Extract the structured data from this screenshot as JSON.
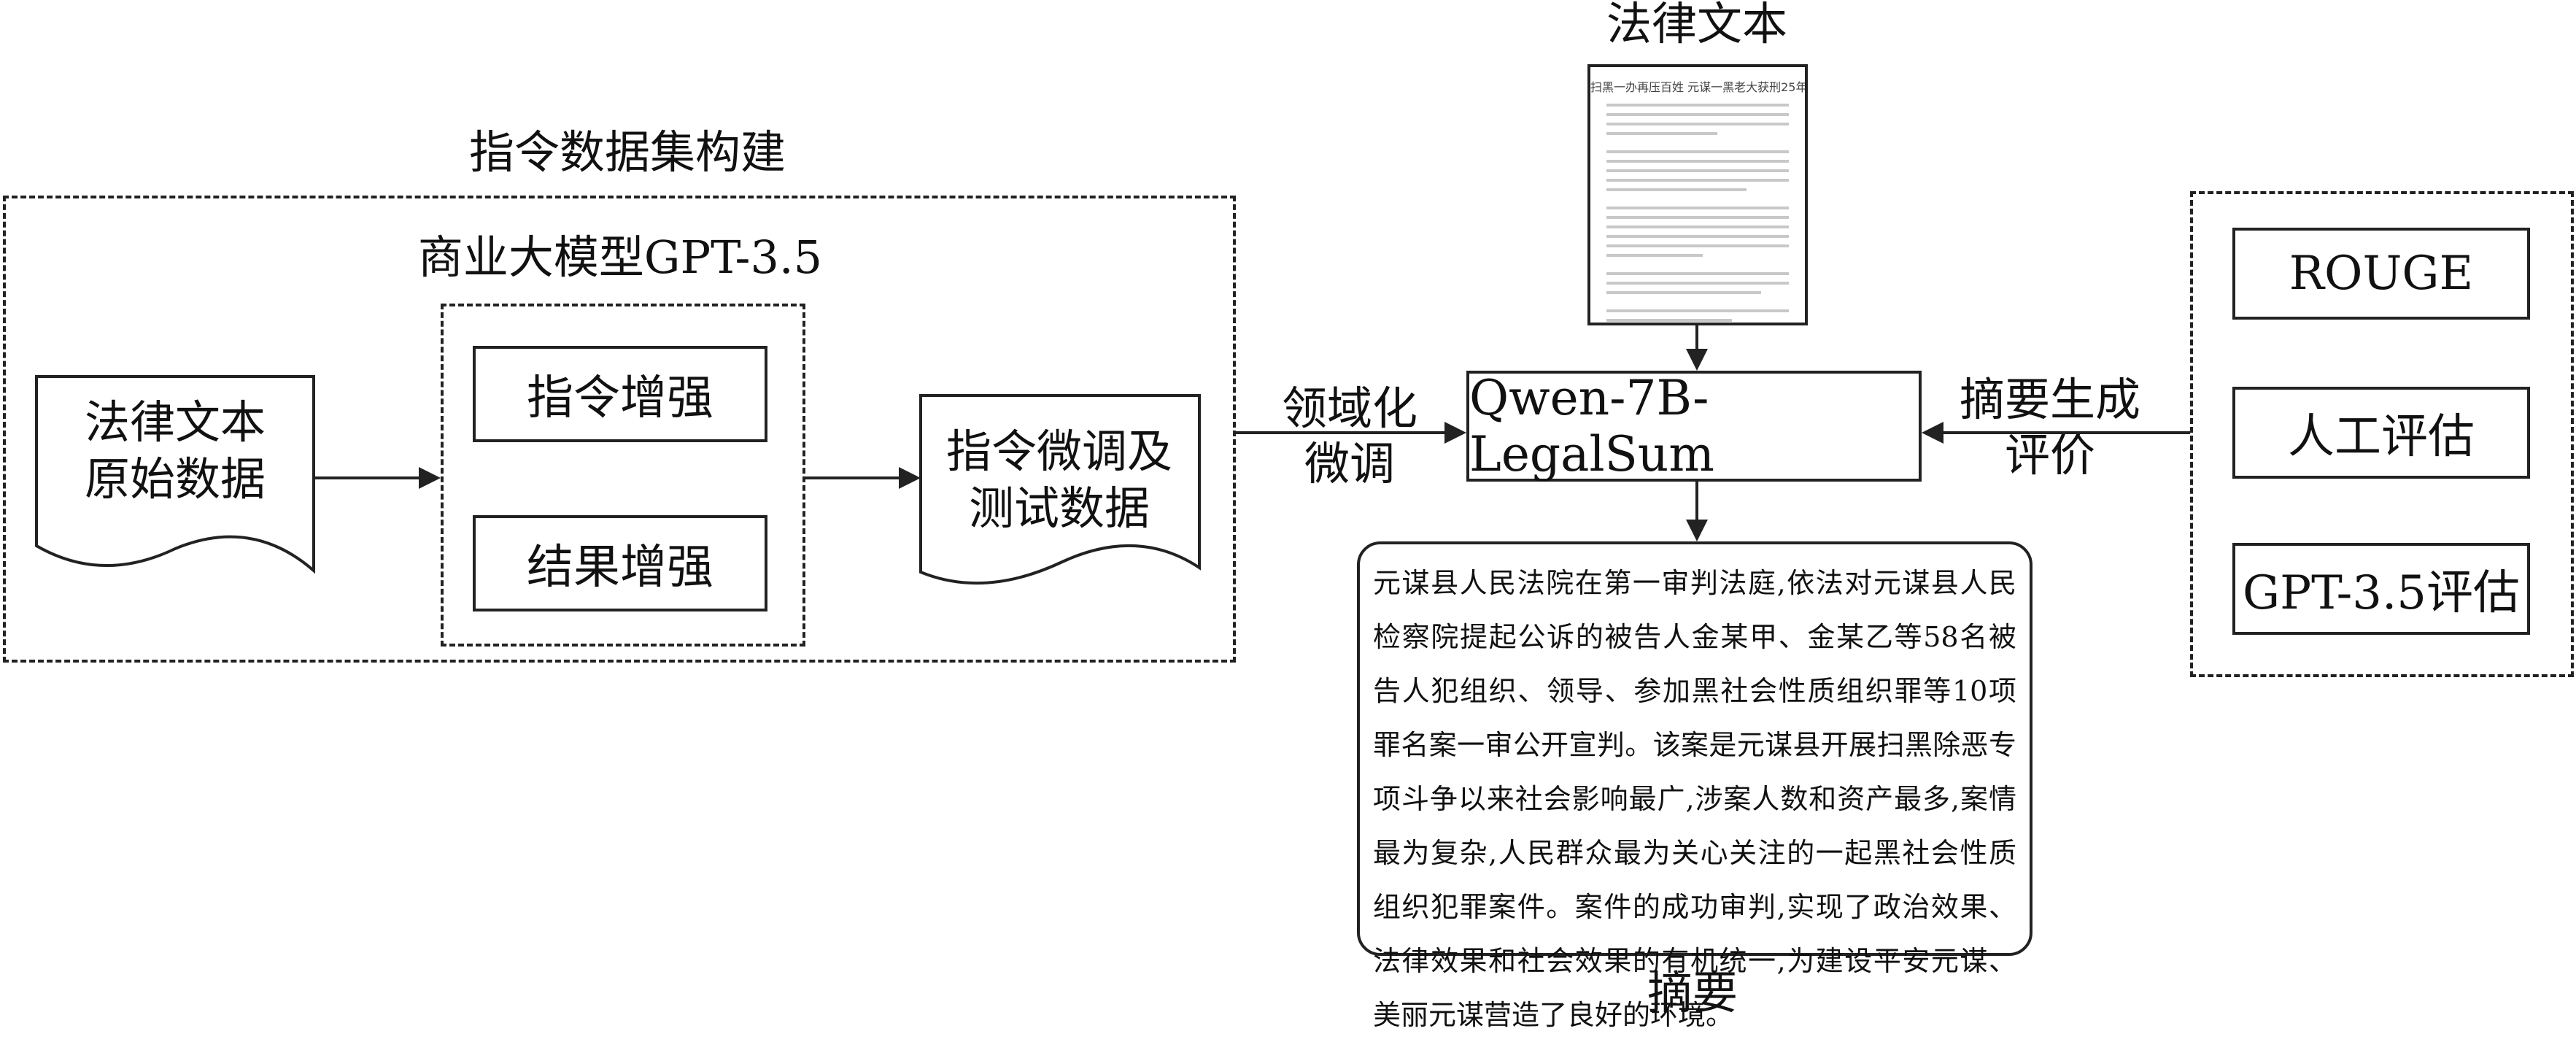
{
  "labels": {
    "dataset_build": "指令数据集构建",
    "commercial_model": "商业大模型GPT-3.5",
    "legal_text_top": "法律文本",
    "domain_finetune_1": "领域化",
    "domain_finetune_2": "微调",
    "summary_eval_1": "摘要生成",
    "summary_eval_2": "评价",
    "summary_caption": "摘要"
  },
  "nodes": {
    "raw_data_1": "法律文本",
    "raw_data_2": "原始数据",
    "instruction_aug": "指令增强",
    "result_aug": "结果增强",
    "finetune_data_1": "指令微调及",
    "finetune_data_2": "测试数据",
    "model": "Qwen-7B-LegalSum"
  },
  "evaluation": {
    "rouge": "ROUGE",
    "human": "人工评估",
    "gpt": "GPT-3.5评估"
  },
  "summary_text": "元谋县人民法院在第一审判法庭,依法对元谋县人民检察院提起公诉的被告人金某甲、金某乙等58名被告人犯组织、领导、参加黑社会性质组织罪等10项罪名案一审公开宣判。该案是元谋县开展扫黑除恶专项斗争以来社会影响最广,涉案人数和资产最多,案情最为复杂,人民群众最为关心关注的一起黑社会性质组织犯罪案件。案件的成功审判,实现了政治效果、法律效果和社会效果的有机统一,为建设平安元谋、美丽元谋营造了良好的环境。",
  "paper_title": "扫黑一办再压百姓 元谋一黑老大获刑25年"
}
